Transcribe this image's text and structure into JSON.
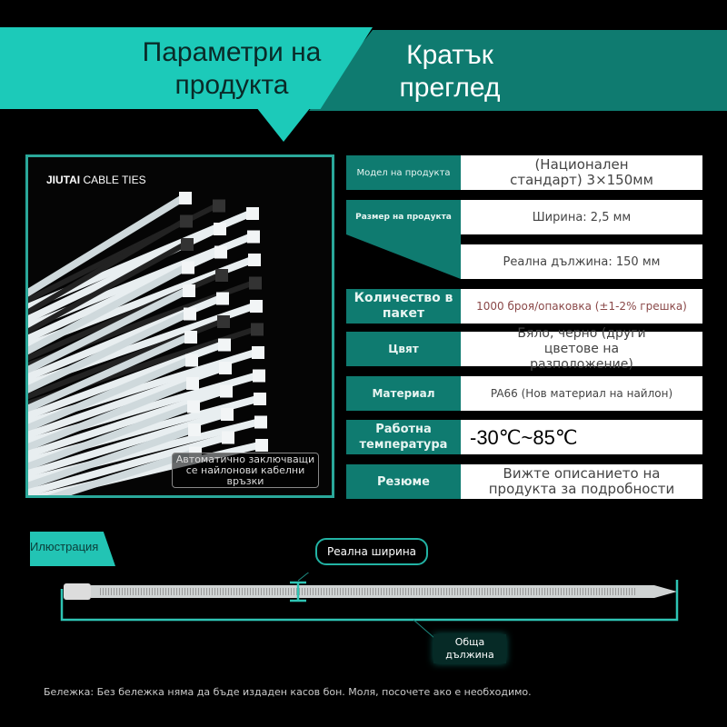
{
  "header": {
    "params_title": "Параметри на продукта",
    "overview_title": "Кратък преглед"
  },
  "photo": {
    "brand_bold": "JIUTAI",
    "brand_rest": "CABLE TIES",
    "caption": "Автоматично заключващи се найлонови кабелни връзки"
  },
  "specs": [
    {
      "label": "Модел на продукта",
      "value": "(Национален стандарт) 3×150мм"
    },
    {
      "label": "Размер на продукта",
      "value": "Ширина: 2,5 мм",
      "value2": "Реална дължина: 150 мм"
    },
    {
      "label": "Количество в пакет",
      "value": "1000 броя/опаковка (±1-2% грешка)"
    },
    {
      "label": "Цвят",
      "value": "Бяло, черно (други цветове на разположение)"
    },
    {
      "label": "Материал",
      "value": "PA66 (Нов материал на найлон)"
    },
    {
      "label": "Работна температура",
      "value": "-30℃~85℃"
    },
    {
      "label": "Резюме",
      "value": "Вижте описанието на продукта за подробности"
    }
  ],
  "illustration": {
    "label": "Илюстрация",
    "width_label": "Реална ширина",
    "length_label": "Обща дължина"
  },
  "note": "Бележка: Без бележка няма да бъде издаден касов бон. Моля, посочете ако е необходимо.",
  "colors": {
    "light_teal": "#1ccab9",
    "dark_teal": "#0f7b70",
    "border_teal": "#2aa89a"
  }
}
